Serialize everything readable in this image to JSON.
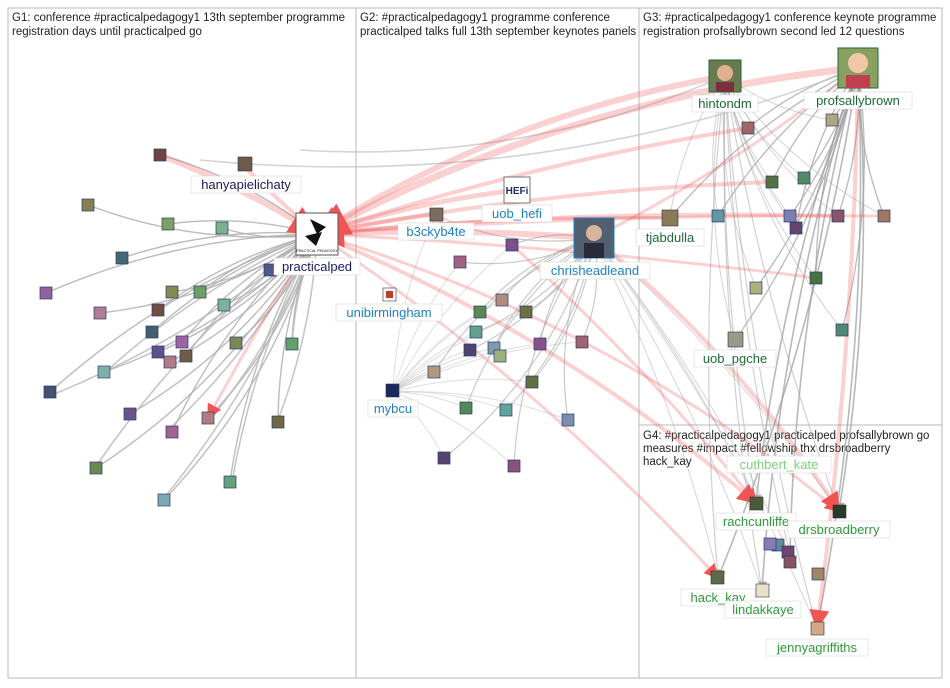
{
  "colors": {
    "g1_label": "#1a1a5e",
    "g2_label": "#1f7fc4",
    "g3_label": "#1c6b35",
    "g4_label": "#2e9a3a",
    "g4_label_light": "#7ccf7c",
    "edge_red": "#f05555",
    "edge_gray": "#b0b0b0",
    "group_border": "#b8b8b8"
  },
  "groups": [
    {
      "id": "G1",
      "title_lines": [
        "G1: conference #practicalpedagogy1 13th september programme",
        "registration days until practicalped go"
      ]
    },
    {
      "id": "G2",
      "title_lines": [
        "G2: #practicalpedagogy1 programme conference",
        "practicalped talks full 13th september keynotes panels"
      ]
    },
    {
      "id": "G3",
      "title_lines": [
        "G3: #practicalpedagogy1 conference keynote programme",
        "registration profsallybrown second led 12 questions"
      ]
    },
    {
      "id": "G4",
      "title_lines": [
        "G4: #practicalpedagogy1 practicalped profsallybrown go",
        "measures #impact #fellowship thx drsbroadberry",
        "hack_kay"
      ]
    }
  ],
  "labels": {
    "practicalped": "practicalped",
    "practicalped_logo": "PRACTICAL PEDAGOGY",
    "hanyapielichaty": "hanyapielichaty",
    "unibirmingham": "unibirmingham",
    "b3ckyb4te": "b3ckyb4te",
    "uob_hefi": "uob_hefi",
    "hefi_logo": "HEFi",
    "chrisheadleand": "chrisheadleand",
    "mybcu": "mybcu",
    "hintondm": "hintondm",
    "profsallybrown": "profsallybrown",
    "tjabdulla": "tjabdulla",
    "uob_pgche": "uob_pgche",
    "cuthbert_kate": "cuthbert_kate",
    "rachcunliffe": "rachcunliffe",
    "drsbroadberry": "drsbroadberry",
    "hack_kay": "hack_kay",
    "lindakkaye": "lindakkaye",
    "jennyagriffiths": "jennyagriffiths"
  }
}
